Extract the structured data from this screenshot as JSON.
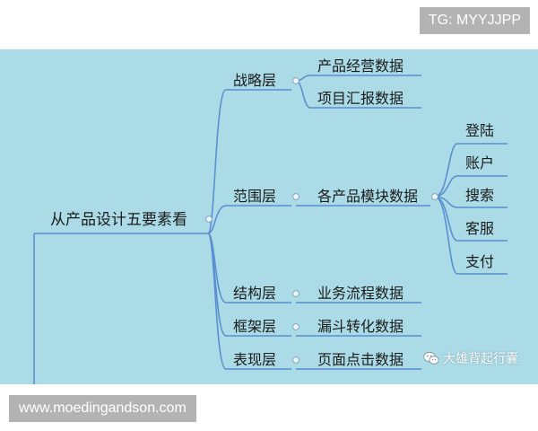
{
  "root": "从产品设计五要素看",
  "layers": [
    {
      "label": "战略层",
      "children": [
        "产品经营数据",
        "项目汇报数据"
      ]
    },
    {
      "label": "范围层",
      "children": [
        "各产品模块数据"
      ],
      "modules": [
        "登陆",
        "账户",
        "搜索",
        "客服",
        "支付"
      ]
    },
    {
      "label": "结构层",
      "children": [
        "业务流程数据"
      ]
    },
    {
      "label": "框架层",
      "children": [
        "漏斗转化数据"
      ]
    },
    {
      "label": "表现层",
      "children": [
        "页面点击数据"
      ]
    }
  ],
  "tag_top": "TG: MYYJJPP",
  "tag_bottom": "www.moedingandson.com",
  "watermark": "大雄背起行囊",
  "colors": {
    "background": "#aadbe6",
    "line": "#5b8fd0",
    "node_text": "#1b1b1b"
  }
}
